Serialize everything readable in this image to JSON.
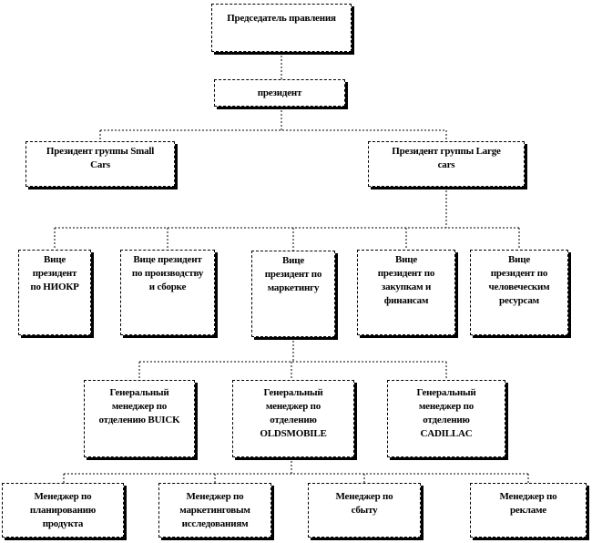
{
  "org_chart": {
    "chairman": [
      "Председатель  правления"
    ],
    "president": [
      "президент"
    ],
    "group_presidents": [
      {
        "id": "small-cars",
        "lines": [
          "Президент группы Small",
          "Cars"
        ]
      },
      {
        "id": "large-cars",
        "lines": [
          "Президент группы Large",
          "cars"
        ]
      }
    ],
    "vice_presidents": [
      {
        "id": "rnd",
        "lines": [
          "Вице",
          "президент",
          "по НИОКР"
        ]
      },
      {
        "id": "production",
        "lines": [
          "Вице президент",
          "по производству",
          "и сборке"
        ]
      },
      {
        "id": "marketing",
        "lines": [
          "Вице",
          "президент по",
          "маркетингу"
        ]
      },
      {
        "id": "procurement-finance",
        "lines": [
          "Вице",
          "президент по",
          "закупкам и",
          "финансам"
        ]
      },
      {
        "id": "hr",
        "lines": [
          "Вице",
          "президент по",
          "человеческим",
          "ресурсам"
        ]
      }
    ],
    "division_managers": [
      {
        "id": "buick",
        "lines": [
          "Генеральный",
          "менеджер по",
          "отделению BUICK"
        ]
      },
      {
        "id": "oldsmobile",
        "lines": [
          "Генеральный",
          "менеджер по",
          "отделению",
          "OLDSMOBILE"
        ]
      },
      {
        "id": "cadillac",
        "lines": [
          "Генеральный",
          "менеджер по",
          "отделению",
          "CADILLAC"
        ]
      }
    ],
    "managers": [
      {
        "id": "product-planning",
        "lines": [
          "Менеджер по",
          "планированию",
          "продукта"
        ]
      },
      {
        "id": "marketing-research",
        "lines": [
          "Менеджер по",
          "маркетинговым",
          "исследованиям"
        ]
      },
      {
        "id": "sales",
        "lines": [
          "Менеджер по",
          "сбыту"
        ]
      },
      {
        "id": "advertising",
        "lines": [
          "Менеджер по",
          "рекламе"
        ]
      }
    ]
  }
}
